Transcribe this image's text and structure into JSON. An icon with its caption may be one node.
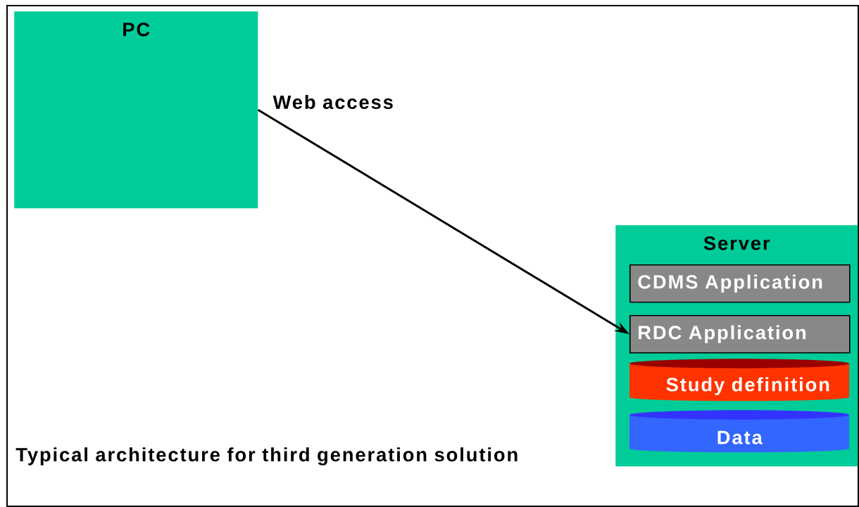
{
  "diagram": {
    "caption": "Typical architecture for third generation solution",
    "nodes": [
      {
        "text": [
          "PC"
        ]
      },
      {
        "text": [
          "Server"
        ]
      },
      {
        "text": [
          "CDMS Application"
        ],
        "in": 1
      },
      {
        "text": [
          "RDC Application"
        ],
        "in": 1
      },
      {
        "text": [
          "Study definition"
        ],
        "in": 1
      },
      {
        "text": [
          "Data"
        ],
        "in": 1
      }
    ],
    "edges": [
      {
        "from": 0,
        "to": 3,
        "arrow": "to",
        "label": "Web access"
      }
    ]
  }
}
